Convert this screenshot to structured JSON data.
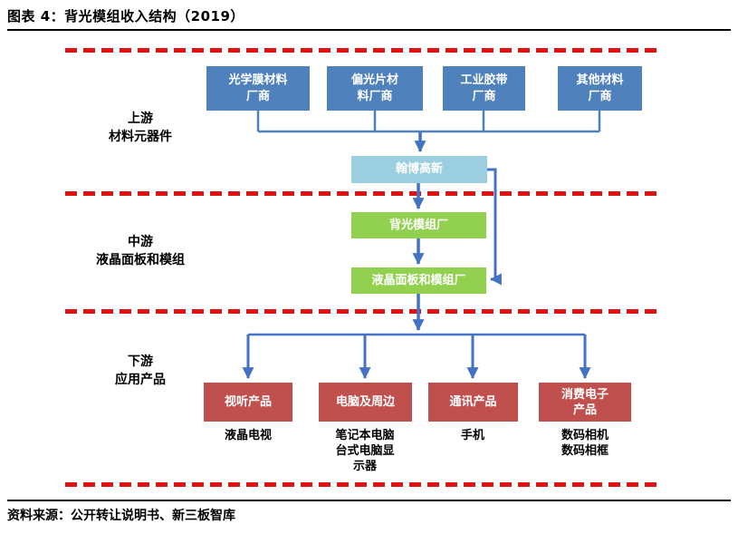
{
  "header": {
    "title": "图表 4：背光模组收入结构（2019）"
  },
  "footer": {
    "source": "资料来源：公开转让说明书、新三板智库"
  },
  "colors": {
    "supplier_box": "#4f81bd",
    "company_box": "#9bcfe0",
    "midstream_box": "#92d050",
    "downstream_box": "#c0504d",
    "arrow": "#4472c4",
    "dashed_divider": "#e01212",
    "text_on_box": "#ffffff"
  },
  "diagram": {
    "stages": [
      {
        "name": "上游\n材料元器件"
      },
      {
        "name": "中游\n液晶面板和模组"
      },
      {
        "name": "下游\n应用产品"
      }
    ],
    "suppliers": [
      {
        "label": "光学膜材料\n厂商"
      },
      {
        "label": "偏光片材\n料厂商"
      },
      {
        "label": "工业胶带\n厂商"
      },
      {
        "label": "其他材料\n厂商"
      }
    ],
    "company": {
      "label": "翰博高新"
    },
    "midstream": [
      {
        "label": "背光模组厂"
      },
      {
        "label": "液晶面板和模组厂"
      }
    ],
    "downstream": [
      {
        "label": "视听产品",
        "products": "液晶电视"
      },
      {
        "label": "电脑及周边",
        "products": "笔记本电脑\n台式电脑显\n示器"
      },
      {
        "label": "通讯产品",
        "products": "手机"
      },
      {
        "label": "消费电子\n产品",
        "products": "数码相机\n数码相框"
      }
    ]
  }
}
